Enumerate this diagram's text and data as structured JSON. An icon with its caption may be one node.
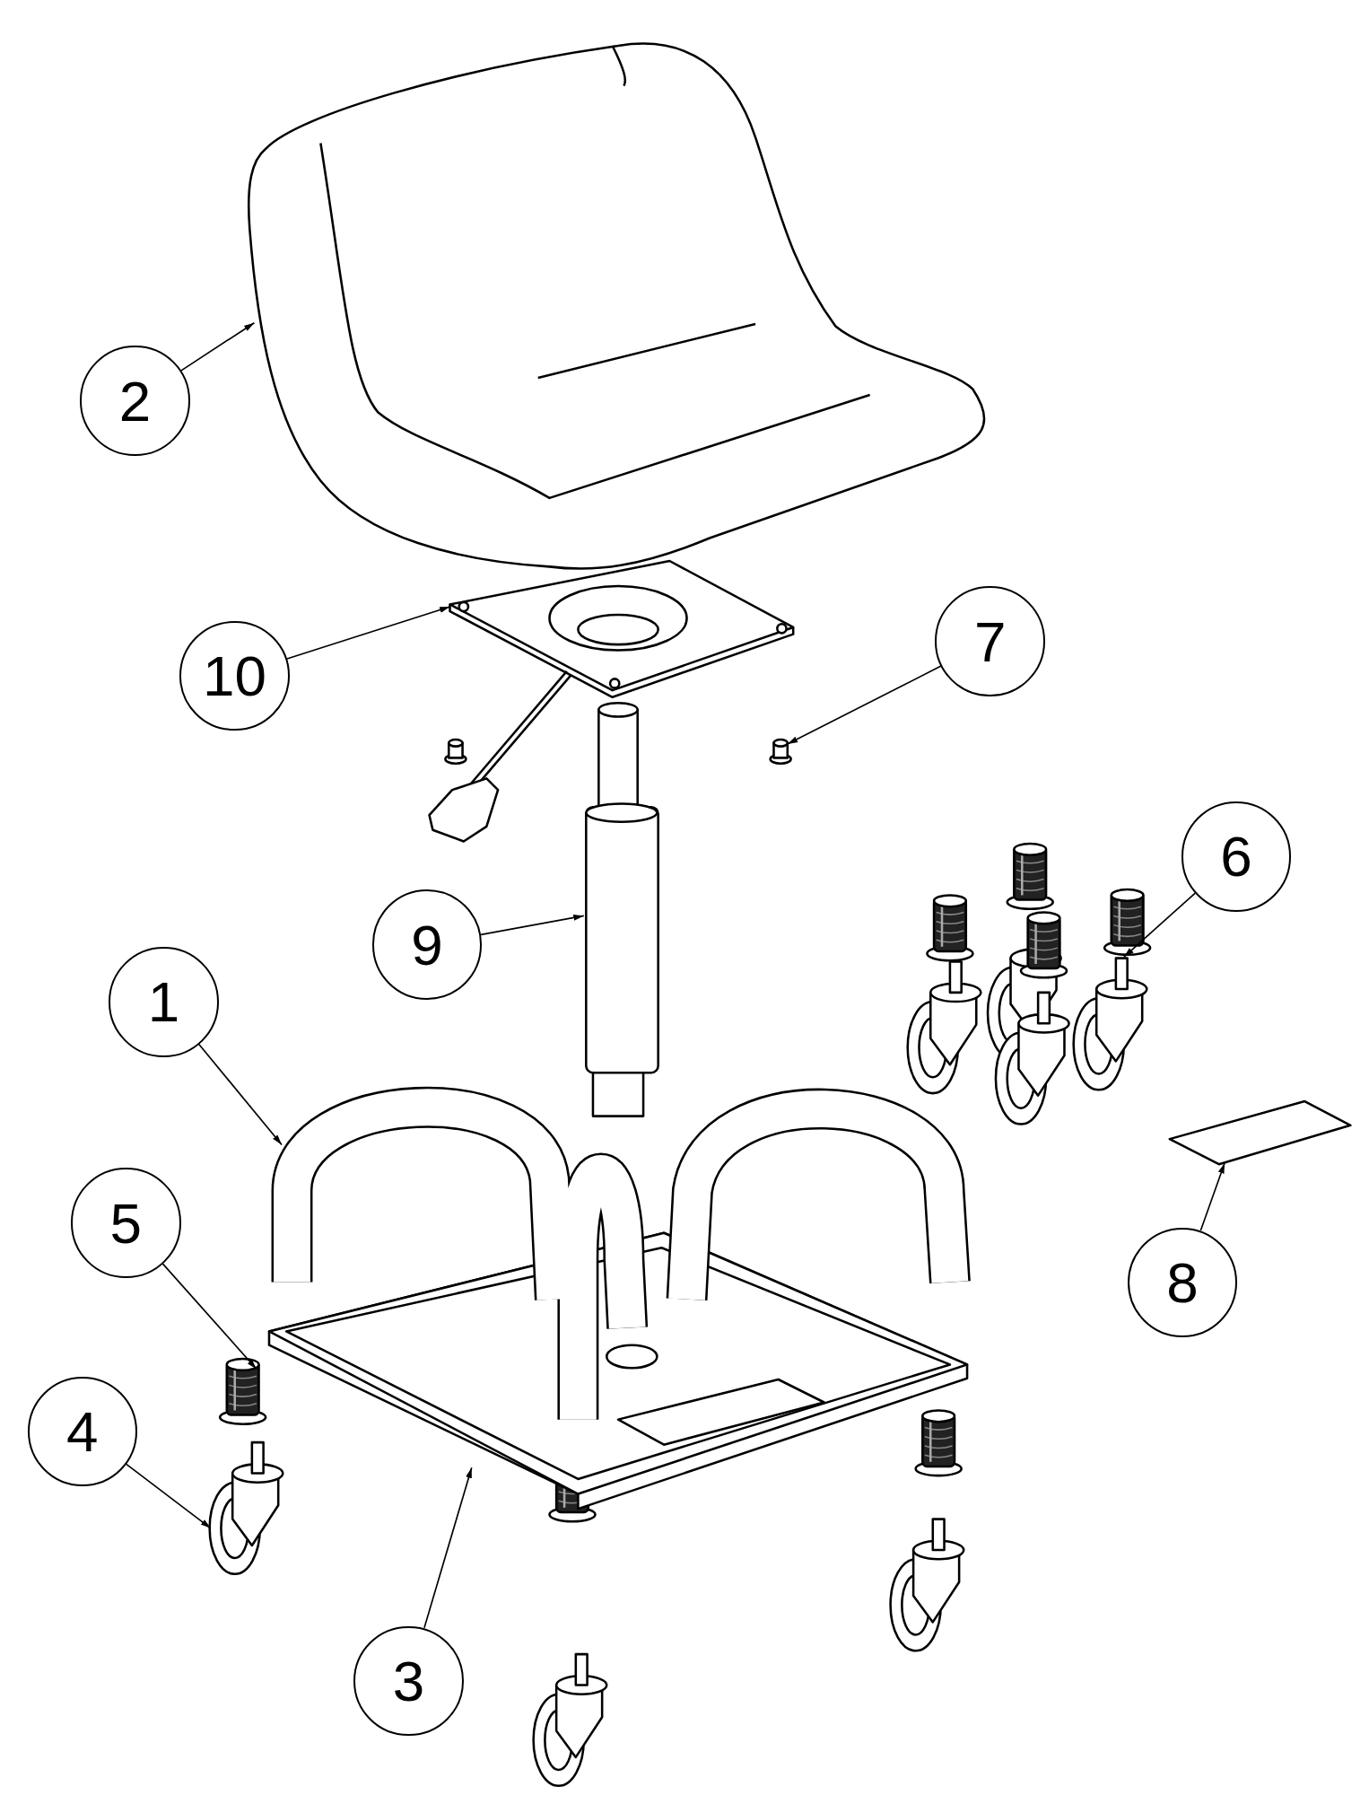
{
  "diagram": {
    "nodes": [
      {
        "text": [
          "2"
        ]
      },
      {
        "text": [
          "7"
        ]
      },
      {
        "text": [
          "10"
        ]
      },
      {
        "text": [
          "6"
        ]
      },
      {
        "text": [
          "9"
        ]
      },
      {
        "text": [
          "1"
        ]
      },
      {
        "text": [
          "5"
        ]
      },
      {
        "text": [
          "8"
        ]
      },
      {
        "text": [
          "4"
        ]
      },
      {
        "text": [
          "3"
        ]
      },
      {
        "text": [],
        "shape": "picture"
      },
      {
        "text": [],
        "shape": "picture"
      },
      {
        "text": [],
        "shape": "picture"
      },
      {
        "text": [],
        "shape": "picture"
      },
      {
        "text": [],
        "shape": "picture"
      },
      {
        "text": [],
        "shape": "picture"
      },
      {
        "text": [],
        "shape": "picture"
      },
      {
        "text": [],
        "shape": "picture"
      },
      {
        "text": [],
        "shape": "picture"
      },
      {
        "text": [],
        "shape": "picture"
      }
    ],
    "edges": [
      {
        "from": 0,
        "to": 10,
        "arrow": "to"
      },
      {
        "from": 1,
        "to": 12,
        "arrow": "to"
      },
      {
        "from": 2,
        "to": 11,
        "arrow": "to"
      },
      {
        "from": 3,
        "to": 14,
        "arrow": "to"
      },
      {
        "from": 4,
        "to": 13,
        "arrow": "to"
      },
      {
        "from": 5,
        "to": 15,
        "arrow": "to"
      },
      {
        "from": 6,
        "to": 18,
        "arrow": "to"
      },
      {
        "from": 7,
        "to": 16,
        "arrow": "to"
      },
      {
        "from": 8,
        "to": 19,
        "arrow": "to"
      },
      {
        "from": 9,
        "to": 17,
        "arrow": "to"
      }
    ]
  }
}
